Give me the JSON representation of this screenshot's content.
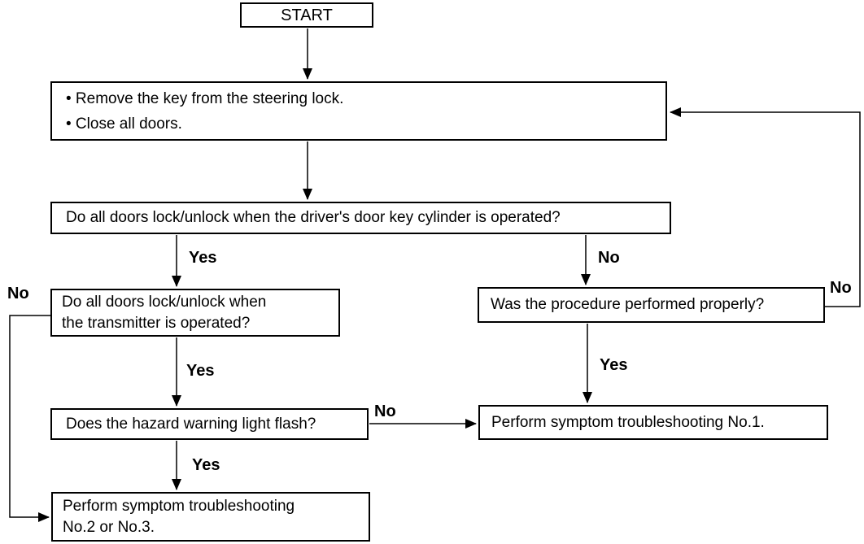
{
  "diagram": {
    "background_color": "#ffffff",
    "line_color": "#000000",
    "nodes": {
      "start": {
        "label": "START"
      },
      "prepare": {
        "line1": "• Remove the key from the steering lock.",
        "line2": "• Close all doors."
      },
      "key_cylinder": {
        "label": "Do all doors lock/unlock when the driver's door key cylinder is operated?"
      },
      "transmitter": {
        "line1": "Do all doors lock/unlock when",
        "line2": "the transmitter is operated?"
      },
      "hazard": {
        "label": "Does the hazard warning light flash?"
      },
      "procedure": {
        "label": "Was the procedure performed properly?"
      },
      "troubleshoot_no1": {
        "label": "Perform symptom troubleshooting No.1."
      },
      "troubleshoot_no23": {
        "line1": "Perform symptom troubleshooting",
        "line2": "No.2 or No.3."
      }
    },
    "edge_labels": {
      "key_cylinder_yes": "Yes",
      "key_cylinder_no": "No",
      "transmitter_yes": "Yes",
      "transmitter_no": "No",
      "hazard_yes": "Yes",
      "hazard_no": "No",
      "procedure_yes": "Yes",
      "procedure_no": "No"
    }
  }
}
